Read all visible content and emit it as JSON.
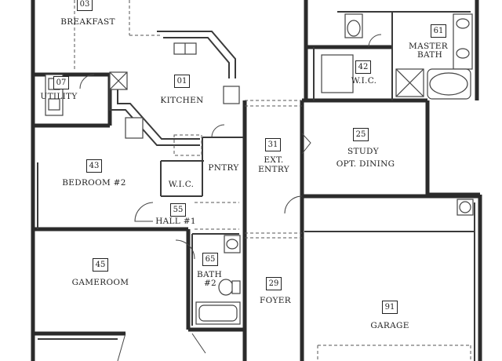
{
  "rooms": {
    "breakfast": {
      "num": "03",
      "name": "BREAKFAST"
    },
    "utility": {
      "num": "07",
      "name": "UTILITY"
    },
    "kitchen": {
      "num": "01",
      "name": "KITCHEN"
    },
    "bedroom2": {
      "num": "43",
      "name": "BEDROOM #2"
    },
    "wic_small": {
      "name": "W.I.C."
    },
    "pantry": {
      "name": "PNTRY"
    },
    "ext_entry": {
      "num": "31",
      "name_line1": "EXT.",
      "name_line2": "ENTRY"
    },
    "study": {
      "num": "25",
      "name_line1": "STUDY",
      "name_line2": "OPT. DINING"
    },
    "master_bath": {
      "num": "61",
      "name_line1": "MASTER",
      "name_line2": "BATH"
    },
    "wic_master": {
      "num": "42",
      "name": "W.I.C."
    },
    "hall1": {
      "num": "55",
      "name": "HALL #1"
    },
    "gameroom": {
      "num": "45",
      "name": "GAMEROOM"
    },
    "bath2": {
      "num": "65",
      "name_line1": "BATH",
      "name_line2": "#2"
    },
    "foyer": {
      "num": "29",
      "name": "FOYER"
    },
    "garage": {
      "num": "91",
      "name": "GARAGE"
    }
  }
}
